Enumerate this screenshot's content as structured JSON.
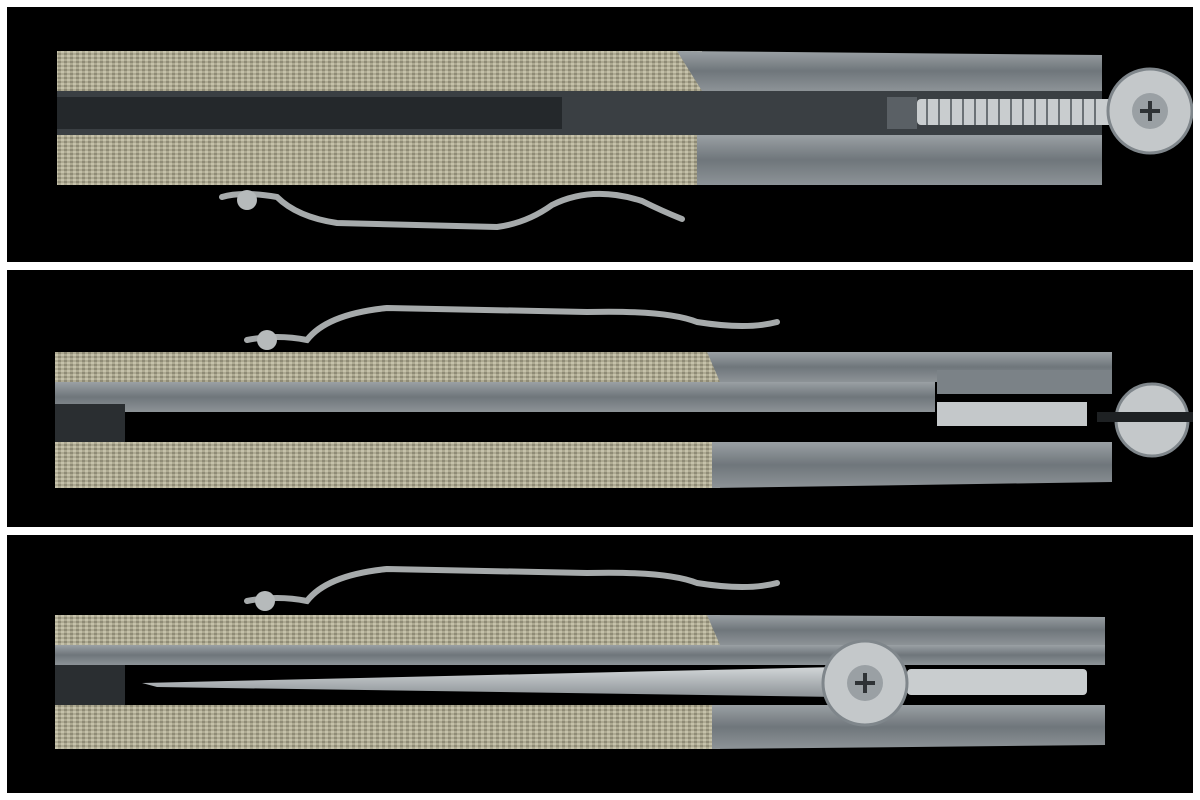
{
  "panels": [
    {
      "name": "knife-top-view",
      "colors": {
        "handle": "#b9b59f",
        "steel": "#7f868b",
        "clip": "#a6aaab"
      }
    },
    {
      "name": "knife-spine-view",
      "colors": {
        "handle": "#b9b59f",
        "steel": "#7f868b",
        "clip": "#a6aaab"
      }
    },
    {
      "name": "knife-side-view",
      "colors": {
        "handle": "#b9b59f",
        "steel": "#7f868b",
        "clip": "#a6aaab"
      }
    }
  ]
}
